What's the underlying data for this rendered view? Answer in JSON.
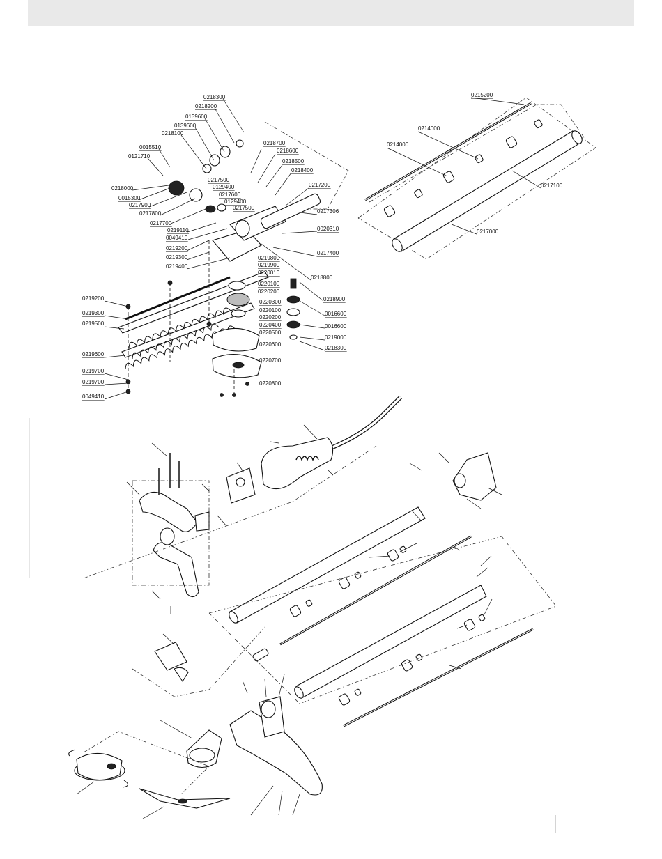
{
  "labels_hedge": [
    "0218300",
    "0218200",
    "0139600",
    "0139600",
    "0218100",
    "0015510",
    "0121710",
    "0218000",
    "0015300",
    "0217900",
    "0217800",
    "0217700",
    "0219110",
    "0049410",
    "0217500",
    "0129400",
    "0217600",
    "0129400",
    "0217500",
    "0218700",
    "0218600",
    "0218500",
    "0218400",
    "0217200",
    "0217306",
    "0020310",
    "0219200",
    "0219300",
    "0219400",
    "0217400",
    "0219800",
    "0219900",
    "0220010",
    "0220100",
    "0220200",
    "0218800",
    "0220300",
    "0220100",
    "0220200",
    "0220400",
    "0220500",
    "0220600",
    "0220700",
    "0220800",
    "0218900",
    "0016600",
    "0016600",
    "0219000",
    "0218300",
    "0219200",
    "0219300",
    "0219500",
    "0219600",
    "0219700",
    "0219700",
    "0049410"
  ],
  "labels_shaft": [
    "0215200",
    "0214000",
    "0214000",
    "0217100",
    "0217000"
  ]
}
